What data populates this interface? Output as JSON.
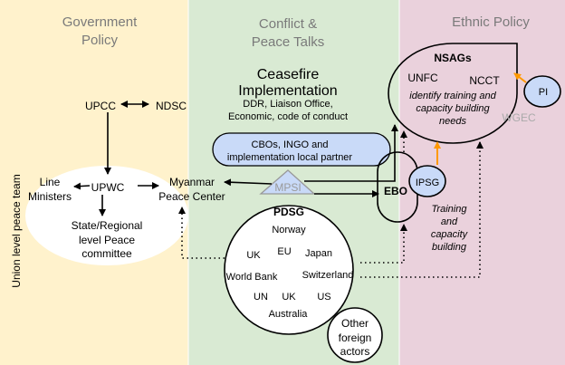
{
  "columns": {
    "government": {
      "title_1": "Government",
      "title_2": "Policy",
      "color": "#fff2cc"
    },
    "conflict": {
      "title_1": "Conflict &",
      "title_2": "Peace Talks",
      "color": "#d9ead3"
    },
    "ethnic": {
      "title_1": "Ethnic Policy",
      "color": "#ead1dc"
    }
  },
  "government": {
    "vertical_label": "Union level peace team",
    "upcc": "UPCC",
    "ndsc": "NDSC",
    "upwc": "UPWC",
    "line_ministers_1": "Line",
    "line_ministers_2": "Ministers",
    "mpc_1": "Myanmar",
    "mpc_2": "Peace Center",
    "state_1": "State/Regional",
    "state_2": "level Peace",
    "state_3": "committee"
  },
  "conflict": {
    "ceasefire_1": "Ceasefire",
    "ceasefire_2": "Implementation",
    "ceasefire_sub_1": "DDR, Liaison Office,",
    "ceasefire_sub_2": "Economic, code of conduct",
    "cbo_1": "CBOs, INGO and",
    "cbo_2": "implementation local partner",
    "mpsi": "MPSI",
    "pdsg": {
      "title": "PDSG",
      "members": [
        "Norway",
        "UK",
        "EU",
        "Japan",
        "World Bank",
        "Switzerland",
        "UN",
        "UK",
        "US",
        "Australia"
      ]
    },
    "other_1": "Other",
    "other_2": "foreign",
    "other_3": "actors"
  },
  "ethnic": {
    "ebo": "EBO",
    "ipsg": "IPSG",
    "nsags": "NSAGs",
    "unfc": "UNFC",
    "ncct": "NCCT",
    "needs_1": "identify training and",
    "needs_2": "capacity building",
    "needs_3": "needs",
    "pi": "PI",
    "wgec": "WGEC",
    "training_1": "Training",
    "training_2": "and",
    "training_3": "capacity",
    "training_4": "building"
  },
  "colors": {
    "bubble": "#c9daf8",
    "orange_arrow": "#ff9900"
  }
}
